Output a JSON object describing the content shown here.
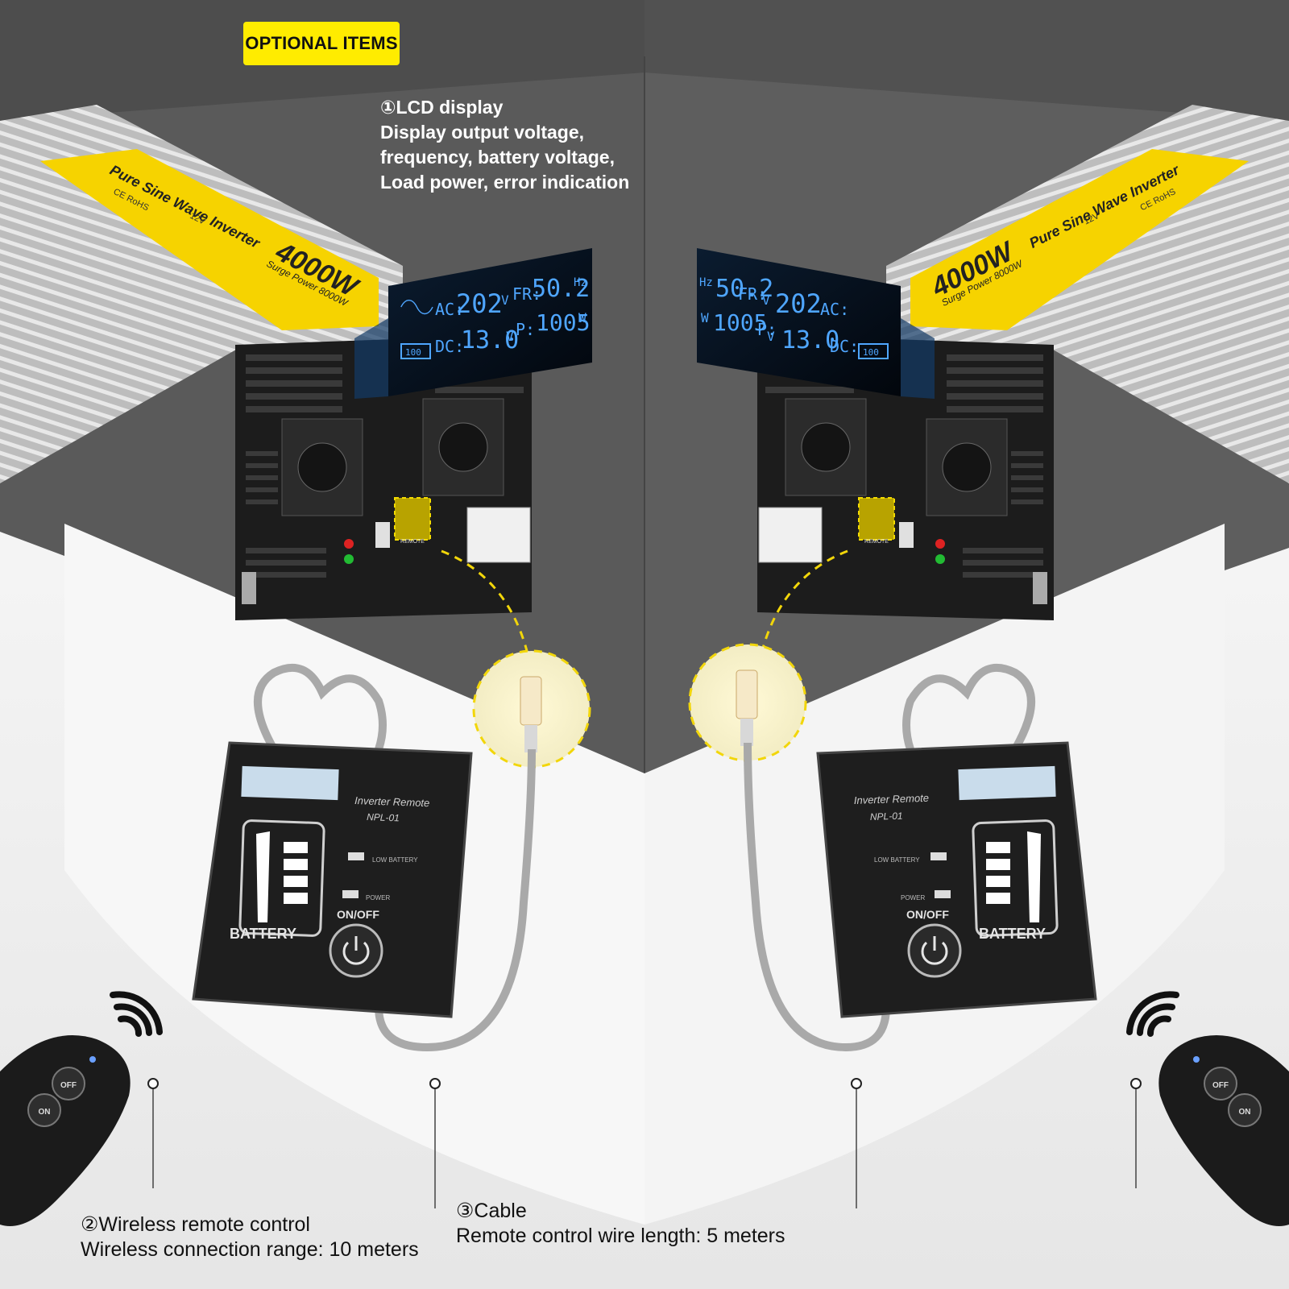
{
  "badge": "OPTIONAL ITEMS",
  "lcd_feature": {
    "title": "①LCD display",
    "lines": [
      "Display output voltage,",
      "frequency, battery voltage,",
      "Load power, error indication"
    ]
  },
  "wireless_feature": {
    "title": "②Wireless remote control",
    "detail": "Wireless connection range: 10 meters"
  },
  "cable_feature": {
    "title": "③Cable",
    "detail": "Remote control wire length: 5 meters"
  },
  "inverter": {
    "label": "Pure Sine Wave Inverter",
    "power": "4000W",
    "surge": "Surge Power 8000W",
    "voltage_label": "12V",
    "cert": "CE RoHS"
  },
  "lcd_readout": {
    "ac_label": "AC:",
    "ac_value": "202",
    "ac_unit": "V",
    "fr_label": "FR:",
    "fr_value": "50.2",
    "fr_unit": "Hz",
    "dc_label": "DC:",
    "dc_value": "13.0",
    "dc_unit": "V",
    "p_label": "P:",
    "p_value": "1005",
    "p_unit": "W",
    "battery_pct": "100"
  },
  "panel_labels": {
    "remote": "REMOTE",
    "on": "ON",
    "off": "OFF"
  },
  "wired_remote": {
    "title": "Inverter Remote",
    "model": "NPL-01",
    "low_battery": "LOW BATTERY",
    "power": "POWER",
    "on_off": "ON/OFF",
    "battery": "BATTERY"
  },
  "fob": {
    "off": "OFF",
    "on": "ON"
  },
  "colors": {
    "background_dark": "#5a5a5a",
    "background_light": "#f2f2f2",
    "accent_yellow": "#ffec00",
    "lcd_blue": "#4fa6ff",
    "panel_black": "#1c1c1c"
  }
}
